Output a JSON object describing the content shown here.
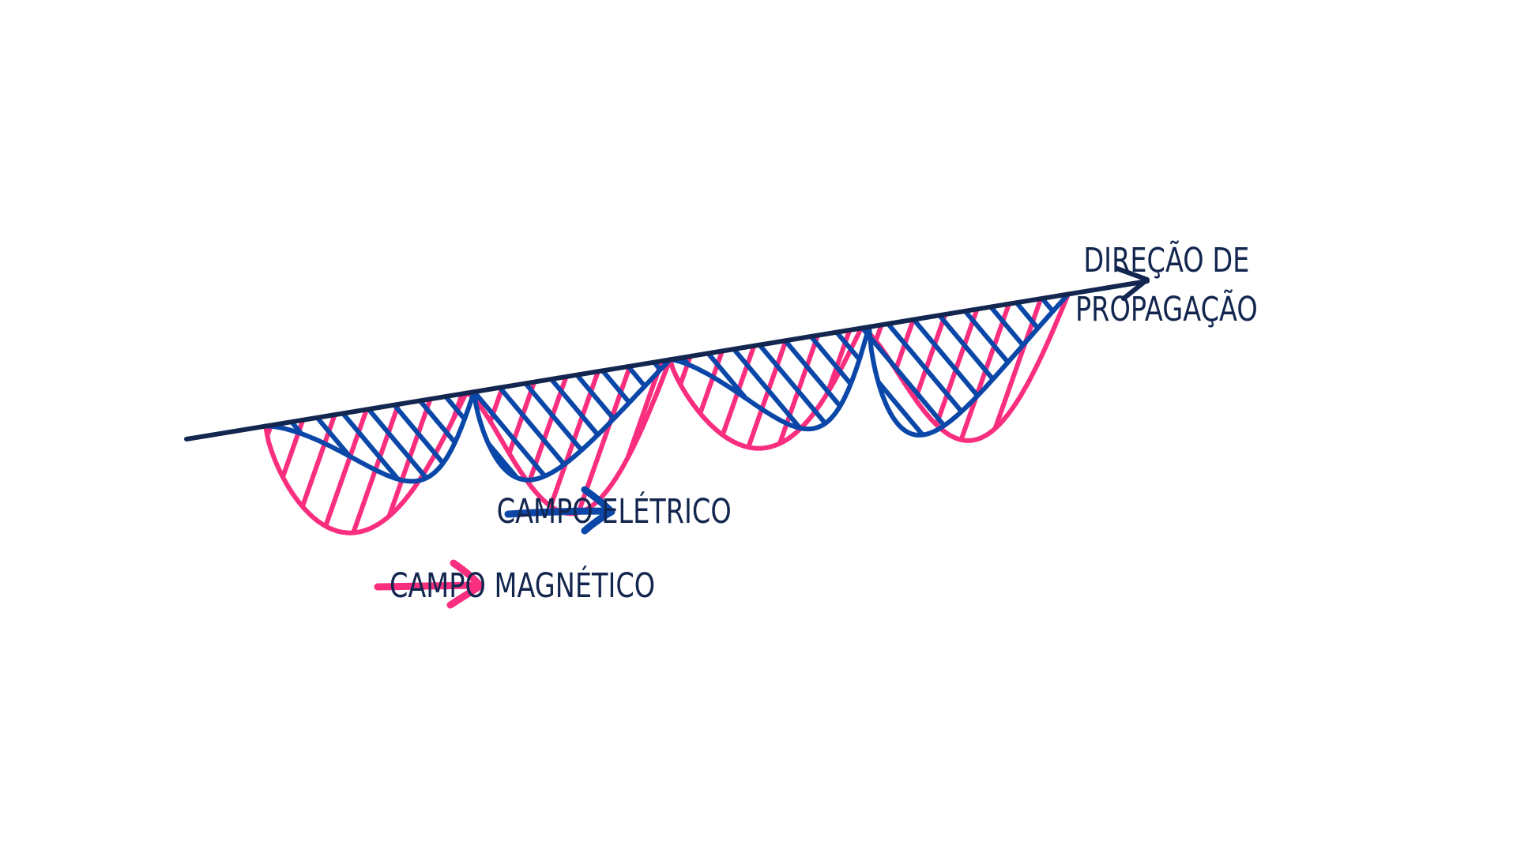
{
  "labels": {
    "propagation_line1": "DIREÇÃO DE",
    "propagation_line2": "PROPAGAÇÃO",
    "electric_field": "CAMPO ELÉTRICO",
    "magnetic_field": "CAMPO MAGNÉTICO"
  },
  "colors": {
    "electric": "#0a47a8",
    "magnetic": "#fa2e7e",
    "axis": "#13264f",
    "text": "#13264f"
  }
}
